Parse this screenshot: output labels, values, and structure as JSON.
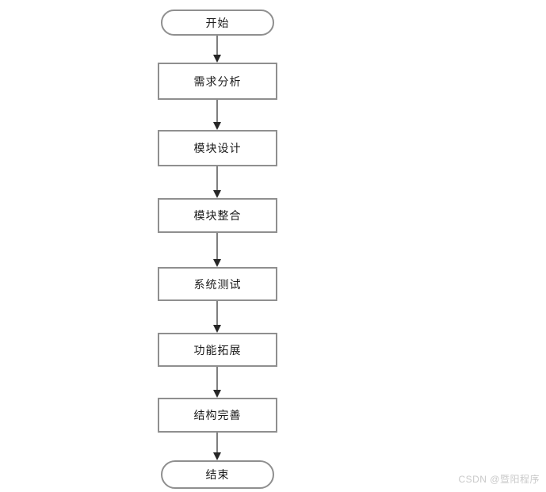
{
  "flowchart": {
    "title": "software development process flowchart",
    "nodes": [
      {
        "id": "start",
        "type": "terminator",
        "label": "开始"
      },
      {
        "id": "requirements-analysis",
        "type": "process",
        "label": "需求分析"
      },
      {
        "id": "module-design",
        "type": "process",
        "label": "模块设计"
      },
      {
        "id": "module-integration",
        "type": "process",
        "label": "模块整合"
      },
      {
        "id": "system-testing",
        "type": "process",
        "label": "系统测试"
      },
      {
        "id": "feature-expansion",
        "type": "process",
        "label": "功能拓展"
      },
      {
        "id": "structure-improvement",
        "type": "process",
        "label": "结构完善"
      },
      {
        "id": "end",
        "type": "terminator",
        "label": "结束"
      }
    ],
    "edges": [
      {
        "from": "start",
        "to": "requirements-analysis"
      },
      {
        "from": "requirements-analysis",
        "to": "module-design"
      },
      {
        "from": "module-design",
        "to": "module-integration"
      },
      {
        "from": "module-integration",
        "to": "system-testing"
      },
      {
        "from": "system-testing",
        "to": "feature-expansion"
      },
      {
        "from": "feature-expansion",
        "to": "structure-improvement"
      },
      {
        "from": "structure-improvement",
        "to": "end"
      }
    ]
  },
  "watermark": {
    "text": "CSDN @暨阳程序"
  },
  "colors": {
    "background": "#ffffff",
    "node_border": "#8f8f8f",
    "node_fill": "#ffffff",
    "text": "#1a1a1a",
    "arrow_line": "#7f7f7f",
    "arrow_head": "#262626",
    "watermark": "#c9c9c9"
  }
}
